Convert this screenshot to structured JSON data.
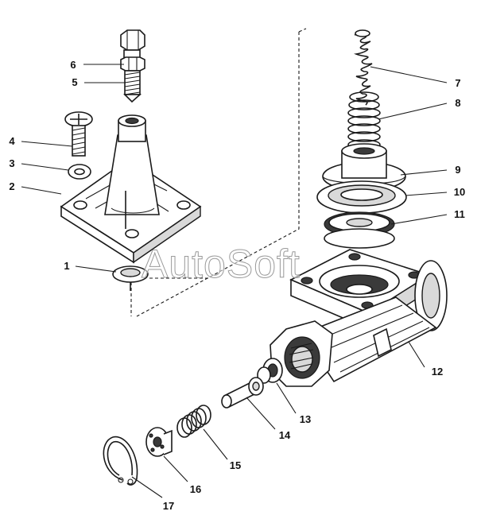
{
  "diagram": {
    "callouts": [
      "1",
      "2",
      "3",
      "4",
      "5",
      "6",
      "7",
      "8",
      "9",
      "10",
      "11",
      "12",
      "13",
      "14",
      "15",
      "16",
      "17"
    ],
    "watermark": "AutoSoft"
  }
}
